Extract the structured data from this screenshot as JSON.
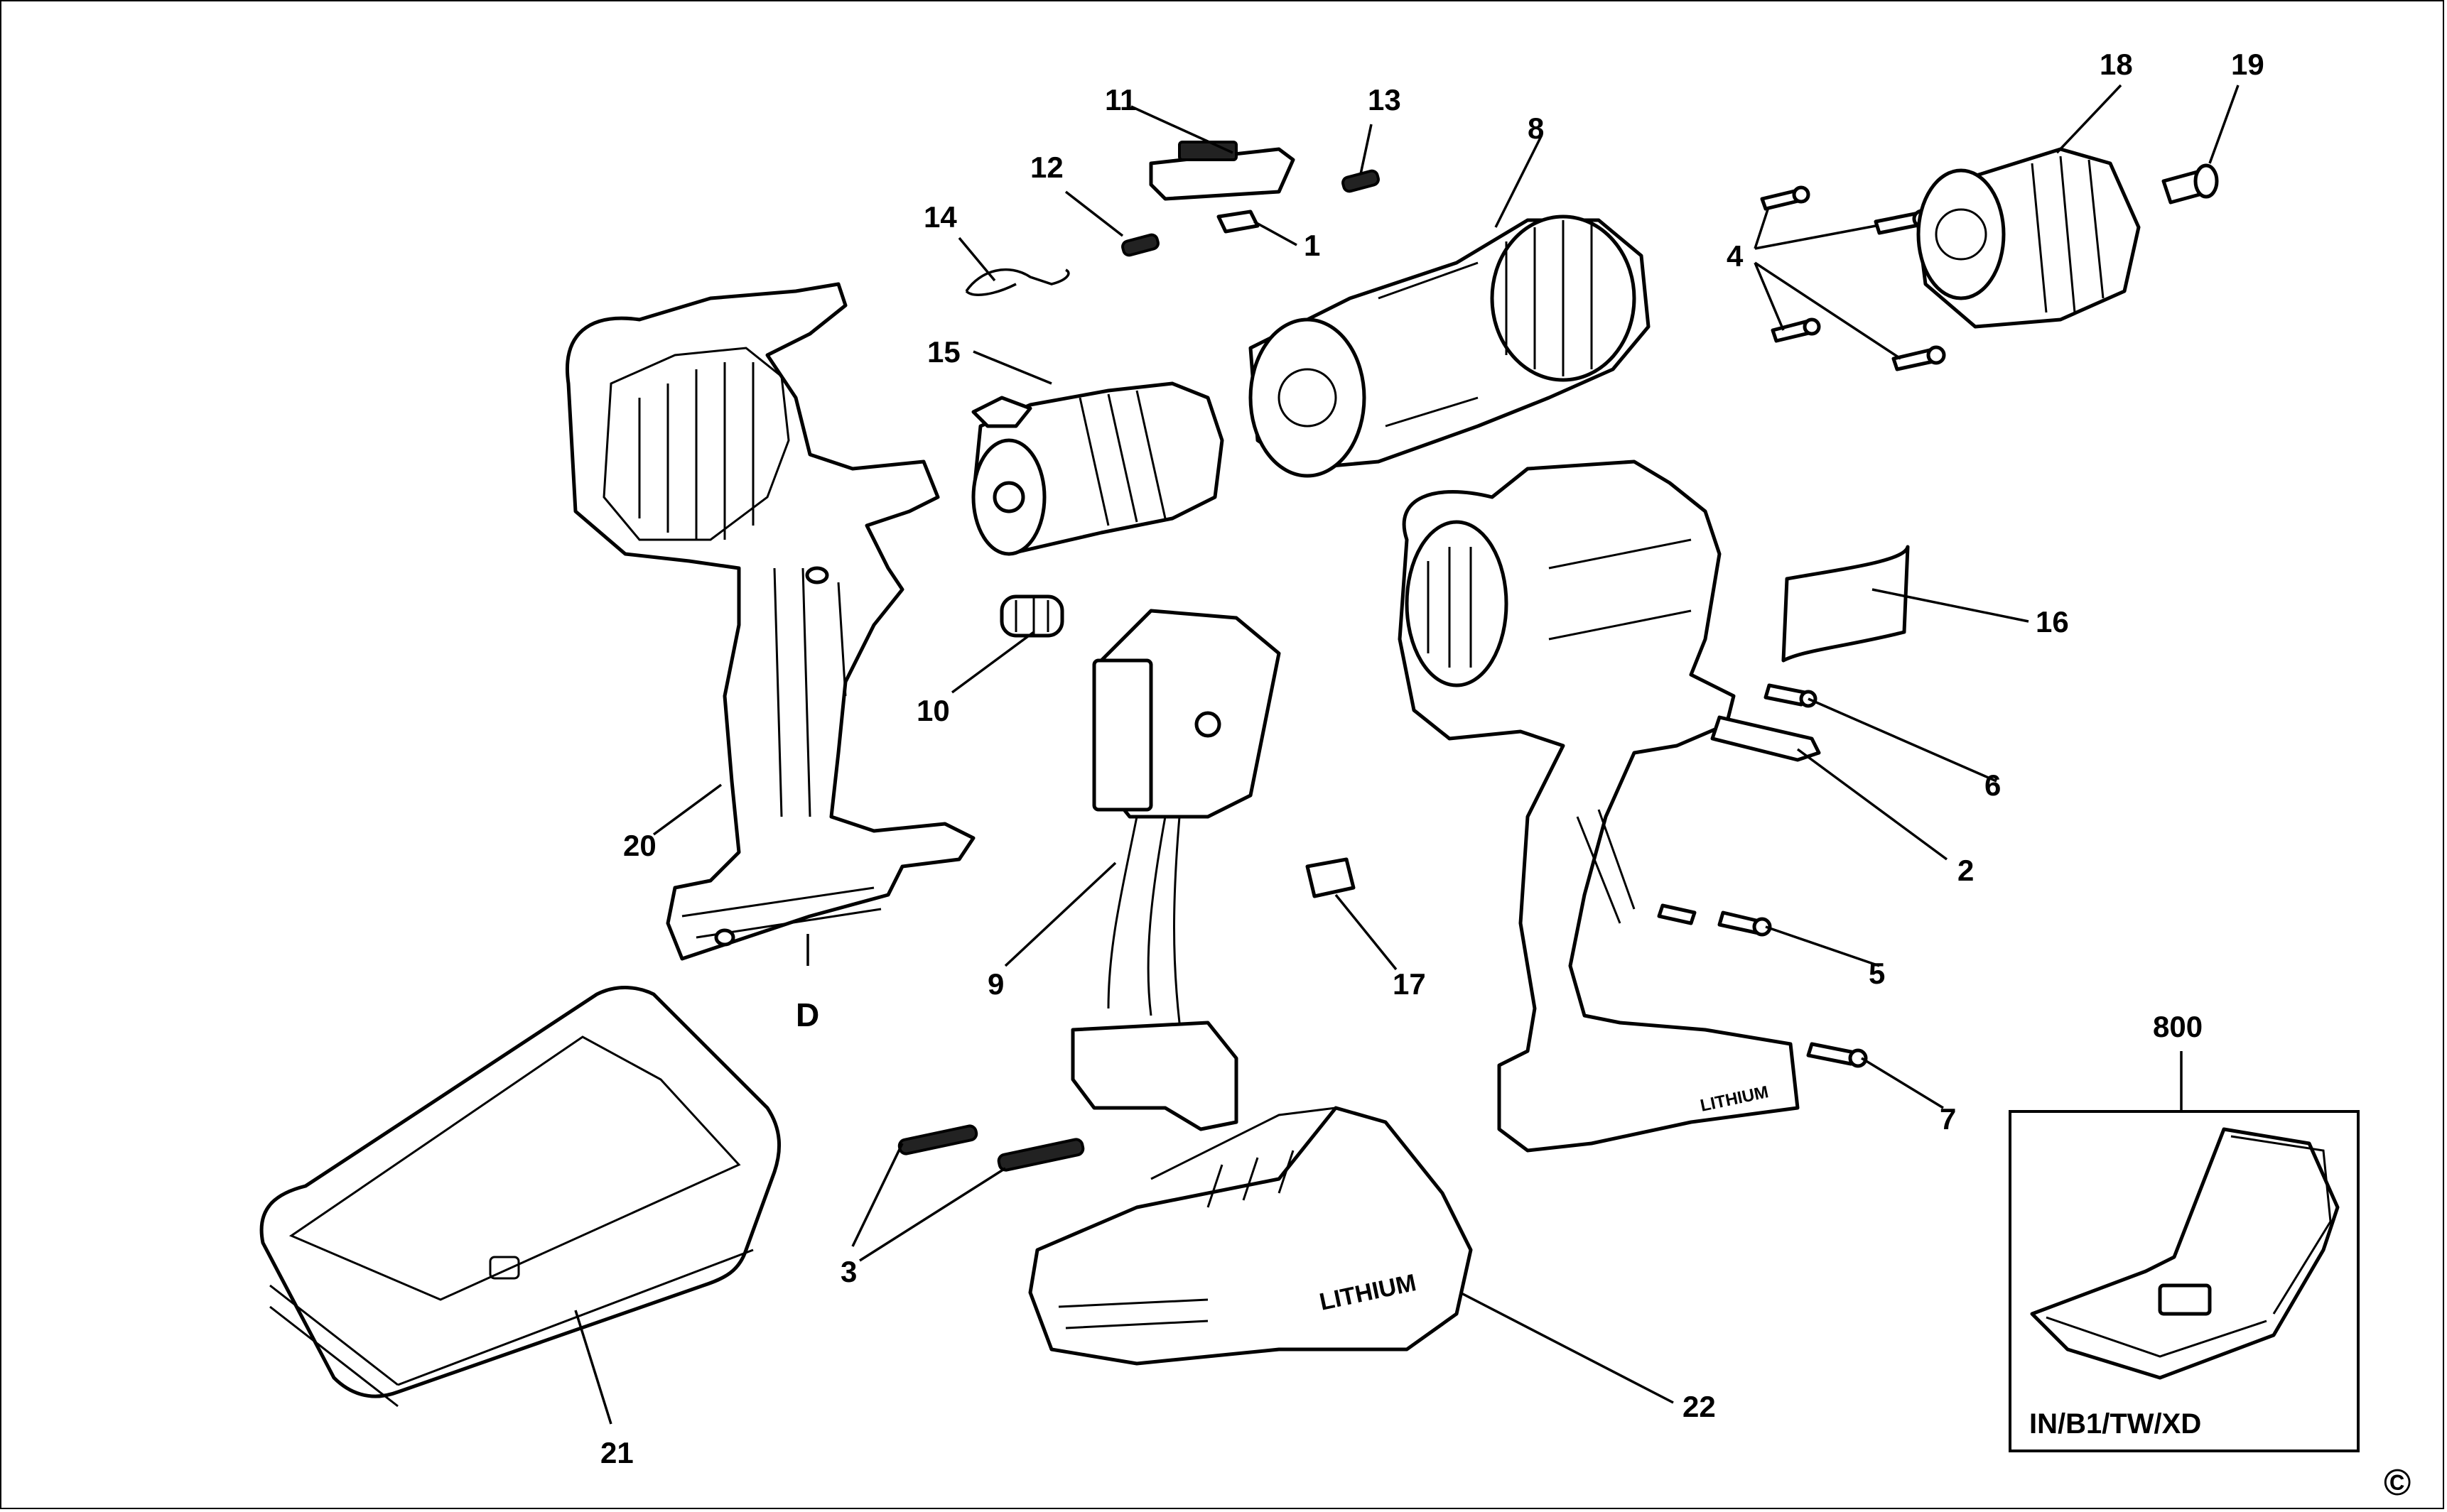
{
  "callouts": {
    "c1": "1",
    "c2": "2",
    "c3": "3",
    "c4": "4",
    "c5": "5",
    "c6": "6",
    "c7": "7",
    "c8": "8",
    "c9": "9",
    "c10": "10",
    "c11": "11",
    "c12": "12",
    "c13": "13",
    "c14": "14",
    "c15": "15",
    "c16": "16",
    "c17": "17",
    "c18": "18",
    "c19": "19",
    "c20": "20",
    "c21": "21",
    "c22": "22",
    "c800": "800",
    "cD": "D"
  },
  "battery_brand": "LITHIUM",
  "housing_brand": "LITHIUM",
  "kitbox_regions": "IN/B1/TW/XD",
  "copyright": "©"
}
